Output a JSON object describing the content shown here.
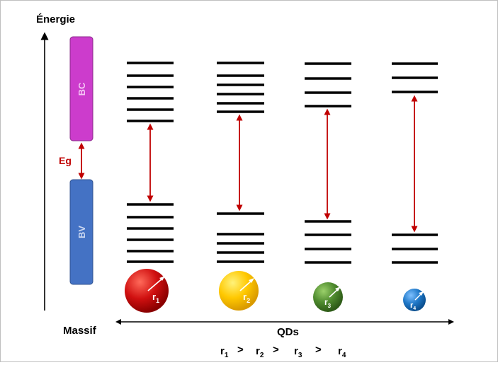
{
  "labels": {
    "energy": "Énergie",
    "conduction_band": "BC",
    "valence_band": "BV",
    "gap": "Eg",
    "bulk": "Massif",
    "quantum_dots": "QDs"
  },
  "colors": {
    "conduction_band": "#cc3ccc",
    "valence_band": "#4472c4",
    "gap_arrow": "#c00000",
    "gap_label": "#c00000",
    "dot_1": "#c00000",
    "dot_2": "#f4b800",
    "dot_3": "#4e8a2e",
    "dot_4": "#1f78c8"
  },
  "dots": [
    {
      "radius_label": "r",
      "radius_index": "1",
      "color_name": "red"
    },
    {
      "radius_label": "r",
      "radius_index": "2",
      "color_name": "yellow"
    },
    {
      "radius_label": "r",
      "radius_index": "3",
      "color_name": "green"
    },
    {
      "radius_label": "r",
      "radius_index": "4",
      "color_name": "blue"
    }
  ],
  "relation": {
    "terms": [
      {
        "symbol": "r",
        "index": "1"
      },
      {
        "symbol": "r",
        "index": "2"
      },
      {
        "symbol": "r",
        "index": "3"
      },
      {
        "symbol": "r",
        "index": "4"
      }
    ],
    "operator": ">"
  }
}
